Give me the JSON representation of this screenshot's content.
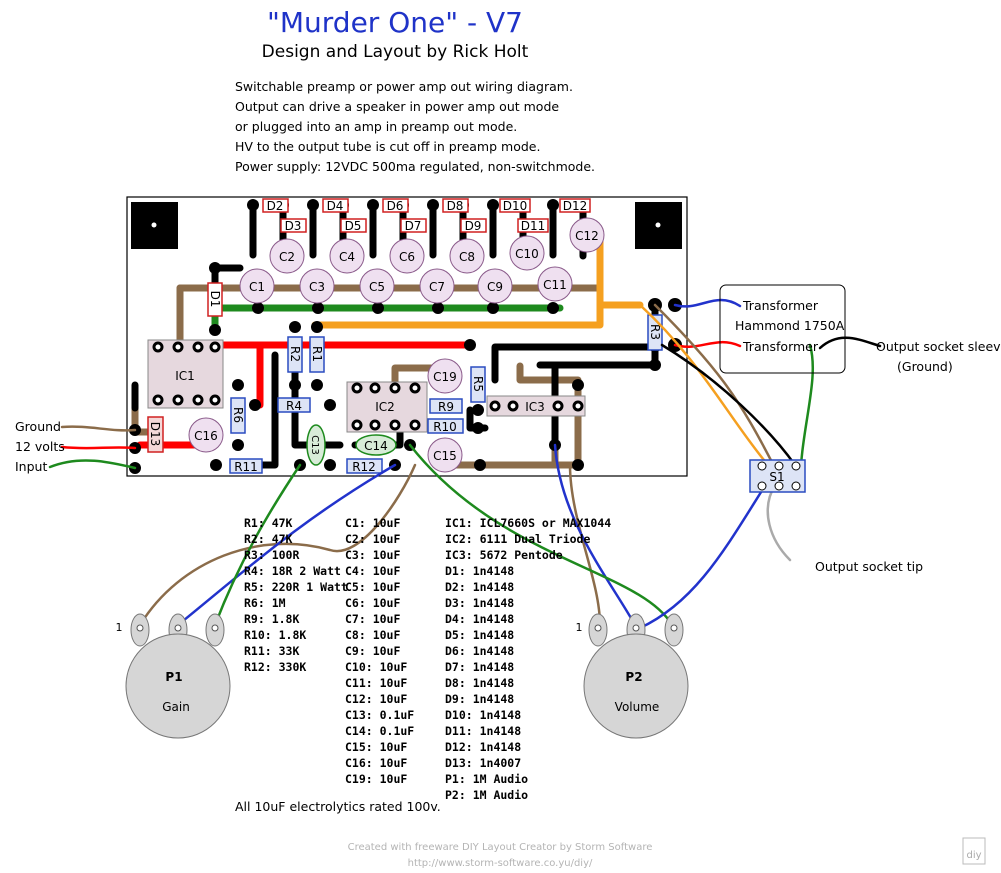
{
  "title": "\"Murder One\" - V7",
  "subtitle": "Design and Layout by Rick Holt",
  "description": [
    "Switchable preamp or power amp out wiring diagram.",
    "Output can drive a speaker in power amp out mode",
    "or plugged into an amp in preamp out mode.",
    "HV to the output tube is cut off in preamp mode.",
    "Power supply: 12VDC 500ma regulated, non-switchmode."
  ],
  "board_labels": {
    "diodes": [
      "D2",
      "D3",
      "D4",
      "D5",
      "D6",
      "D7",
      "D8",
      "D9",
      "D10",
      "D11",
      "D12"
    ],
    "caps_top": [
      "C2",
      "C4",
      "C6",
      "C8",
      "C10",
      "C12"
    ],
    "caps_row": [
      "C1",
      "C3",
      "C5",
      "C7",
      "C9",
      "C11"
    ],
    "ic1": "IC1",
    "ic2": "IC2",
    "ic3": "IC3",
    "r1": "R1",
    "r2": "R2",
    "r3": "R3",
    "r4": "R4",
    "r5": "R5",
    "r6": "R6",
    "r9": "R9",
    "r10": "R10",
    "r11": "R11",
    "r12": "R12",
    "d1": "D1",
    "d13": "D13",
    "c13": "C13",
    "c14": "C14",
    "c15": "C15",
    "c16": "C16",
    "c19": "C19",
    "s1": "S1"
  },
  "wire_labels": {
    "ground": "Ground",
    "volts": "12 volts",
    "input": "Input",
    "transformer_1": "Transformer",
    "transformer_2": "Transformer",
    "transformer_model": "Hammond 1750A",
    "sleeve": "Output socket sleeve",
    "sleeve_ground": "(Ground)",
    "tip": "Output socket tip"
  },
  "pots": {
    "p1_name": "P1",
    "p1_label": "Gain",
    "p1_pin": "1",
    "p2_name": "P2",
    "p2_label": "Volume",
    "p2_pin": "1"
  },
  "parts_resistors": [
    "R1: 47K",
    "R2: 47K",
    "R3: 100R",
    "R4: 18R 2 Watt",
    "R5: 220R 1 Watt",
    "R6: 1M",
    "R9: 1.8K",
    "R10: 1.8K",
    "R11: 33K",
    "R12: 330K"
  ],
  "parts_caps": [
    "C1: 10uF",
    "C2: 10uF",
    "C3: 10uF",
    "C4: 10uF",
    "C5: 10uF",
    "C6: 10uF",
    "C7: 10uF",
    "C8: 10uF",
    "C9: 10uF",
    "C10: 10uF",
    "C11: 10uF",
    "C12: 10uF",
    "C13: 0.1uF",
    "C14: 0.1uF",
    "C15: 10uF",
    "C16: 10uF",
    "C19: 10uF"
  ],
  "parts_other": [
    "IC1: ICL7660S or MAX1044",
    "IC2: 6111 Dual Triode",
    "IC3: 5672 Pentode",
    "D1: 1n4148",
    "D2: 1n4148",
    "D3: 1n4148",
    "D4: 1n4148",
    "D5: 1n4148",
    "D6: 1n4148",
    "D7: 1n4148",
    "D8: 1n4148",
    "D9: 1n4148",
    "D10: 1n4148",
    "D11: 1n4148",
    "D12: 1n4148",
    "D13: 1n4007",
    "P1: 1M Audio",
    "P2: 1M Audio"
  ],
  "note": "All 10uF electrolytics rated 100v.",
  "footer_line1": "Created with freeware DIY Layout Creator by Storm Software",
  "footer_line2": "http://www.storm-software.co.yu/diy/",
  "logo_text": "diy",
  "colors": {
    "title": "#1f33c8",
    "brown": "#8b6c4a",
    "green": "#1e8a1e",
    "red": "#ff0000",
    "orange": "#f5a020",
    "blue": "#2233cc",
    "black": "#000000",
    "diode": "#d02020",
    "resistor": "#2a4cc0",
    "cap": "#efe0f0"
  }
}
